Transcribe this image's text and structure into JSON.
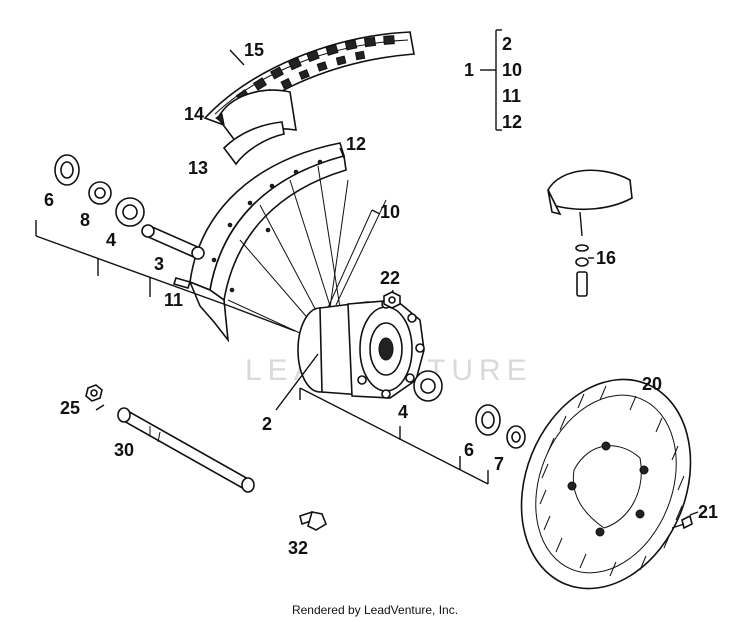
{
  "diagram": {
    "watermark": "LEADVENTURE",
    "footer": "Rendered by LeadVenture, Inc.",
    "kit": {
      "number": "1",
      "contents": [
        "2",
        "10",
        "11",
        "12"
      ]
    },
    "labels": {
      "tire": "15",
      "tube": "14",
      "rim_band": "13",
      "rim": "12",
      "spoke": "10",
      "hub": "2",
      "seal_left": "6",
      "bearing_inner_left": "8",
      "bearing_group_left": "4",
      "spacer_sleeve": "3",
      "nipple": "11",
      "hub_nut": "22",
      "valve": "16",
      "axle_nut": "25",
      "axle": "30",
      "bearing_group_right": "4",
      "seal_right": "6",
      "spacer_right": "7",
      "brake_disc": "20",
      "disc_bolt": "21",
      "axle_bolt": "32"
    }
  }
}
